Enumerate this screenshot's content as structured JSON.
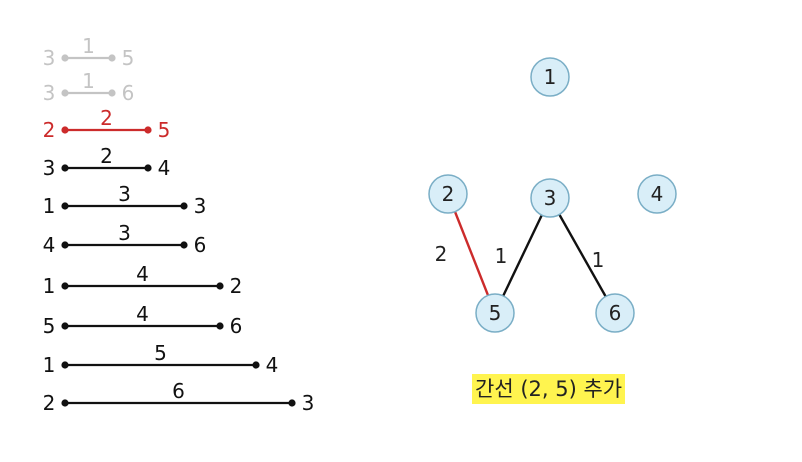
{
  "colors": {
    "faded": "#c4c4c4",
    "normal": "#111111",
    "highlight": "#cc2b2b",
    "node_fill": "#d9eef8",
    "node_stroke": "#7aaec6",
    "caption_bg": "#fff44f"
  },
  "edge_list": [
    {
      "u": "3",
      "v": "5",
      "w": "1",
      "state": "faded"
    },
    {
      "u": "3",
      "v": "6",
      "w": "1",
      "state": "faded"
    },
    {
      "u": "2",
      "v": "5",
      "w": "2",
      "state": "highlight"
    },
    {
      "u": "3",
      "v": "4",
      "w": "2",
      "state": "normal"
    },
    {
      "u": "1",
      "v": "3",
      "w": "3",
      "state": "normal"
    },
    {
      "u": "4",
      "v": "6",
      "w": "3",
      "state": "normal"
    },
    {
      "u": "1",
      "v": "2",
      "w": "4",
      "state": "normal"
    },
    {
      "u": "5",
      "v": "6",
      "w": "4",
      "state": "normal"
    },
    {
      "u": "1",
      "v": "4",
      "w": "5",
      "state": "normal"
    },
    {
      "u": "2",
      "v": "3",
      "w": "6",
      "state": "normal"
    }
  ],
  "graph": {
    "nodes": [
      "1",
      "2",
      "3",
      "4",
      "5",
      "6"
    ],
    "edges": [
      {
        "from": "2",
        "to": "5",
        "w": "2",
        "state": "highlight"
      },
      {
        "from": "3",
        "to": "5",
        "w": "1",
        "state": "normal"
      },
      {
        "from": "3",
        "to": "6",
        "w": "1",
        "state": "normal"
      }
    ]
  },
  "caption": "간선 (2, 5) 추가"
}
